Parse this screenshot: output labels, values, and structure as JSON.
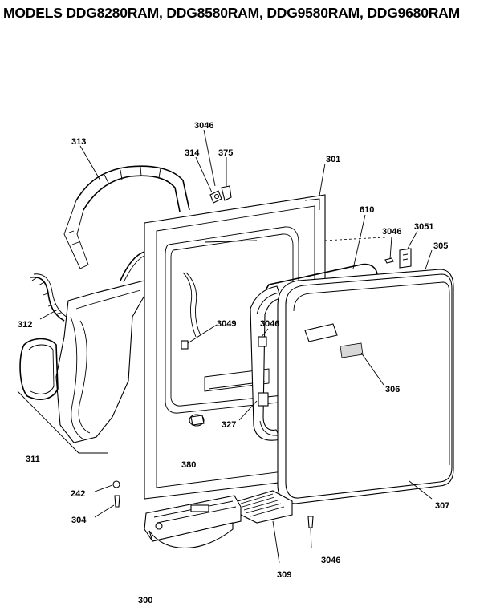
{
  "title": "MODELS DDG8280RAM, DDG8580RAM, DDG9580RAM, DDG9680RAM",
  "callouts": [
    {
      "id": "c3046a",
      "text": "3046"
    },
    {
      "id": "c313",
      "text": "313"
    },
    {
      "id": "c314",
      "text": "314"
    },
    {
      "id": "c375",
      "text": "375"
    },
    {
      "id": "c301",
      "text": "301"
    },
    {
      "id": "c610",
      "text": "610"
    },
    {
      "id": "c3046b",
      "text": "3046"
    },
    {
      "id": "c3051",
      "text": "3051"
    },
    {
      "id": "c305",
      "text": "305"
    },
    {
      "id": "c312",
      "text": "312"
    },
    {
      "id": "c3049",
      "text": "3049"
    },
    {
      "id": "c3046c",
      "text": "3046"
    },
    {
      "id": "c306",
      "text": "306"
    },
    {
      "id": "c327",
      "text": "327"
    },
    {
      "id": "c311",
      "text": "311"
    },
    {
      "id": "c380",
      "text": "380"
    },
    {
      "id": "c242",
      "text": "242"
    },
    {
      "id": "c304",
      "text": "304"
    },
    {
      "id": "c307",
      "text": "307"
    },
    {
      "id": "c309",
      "text": "309"
    },
    {
      "id": "c3046d",
      "text": "3046"
    },
    {
      "id": "c300",
      "text": "300"
    }
  ]
}
